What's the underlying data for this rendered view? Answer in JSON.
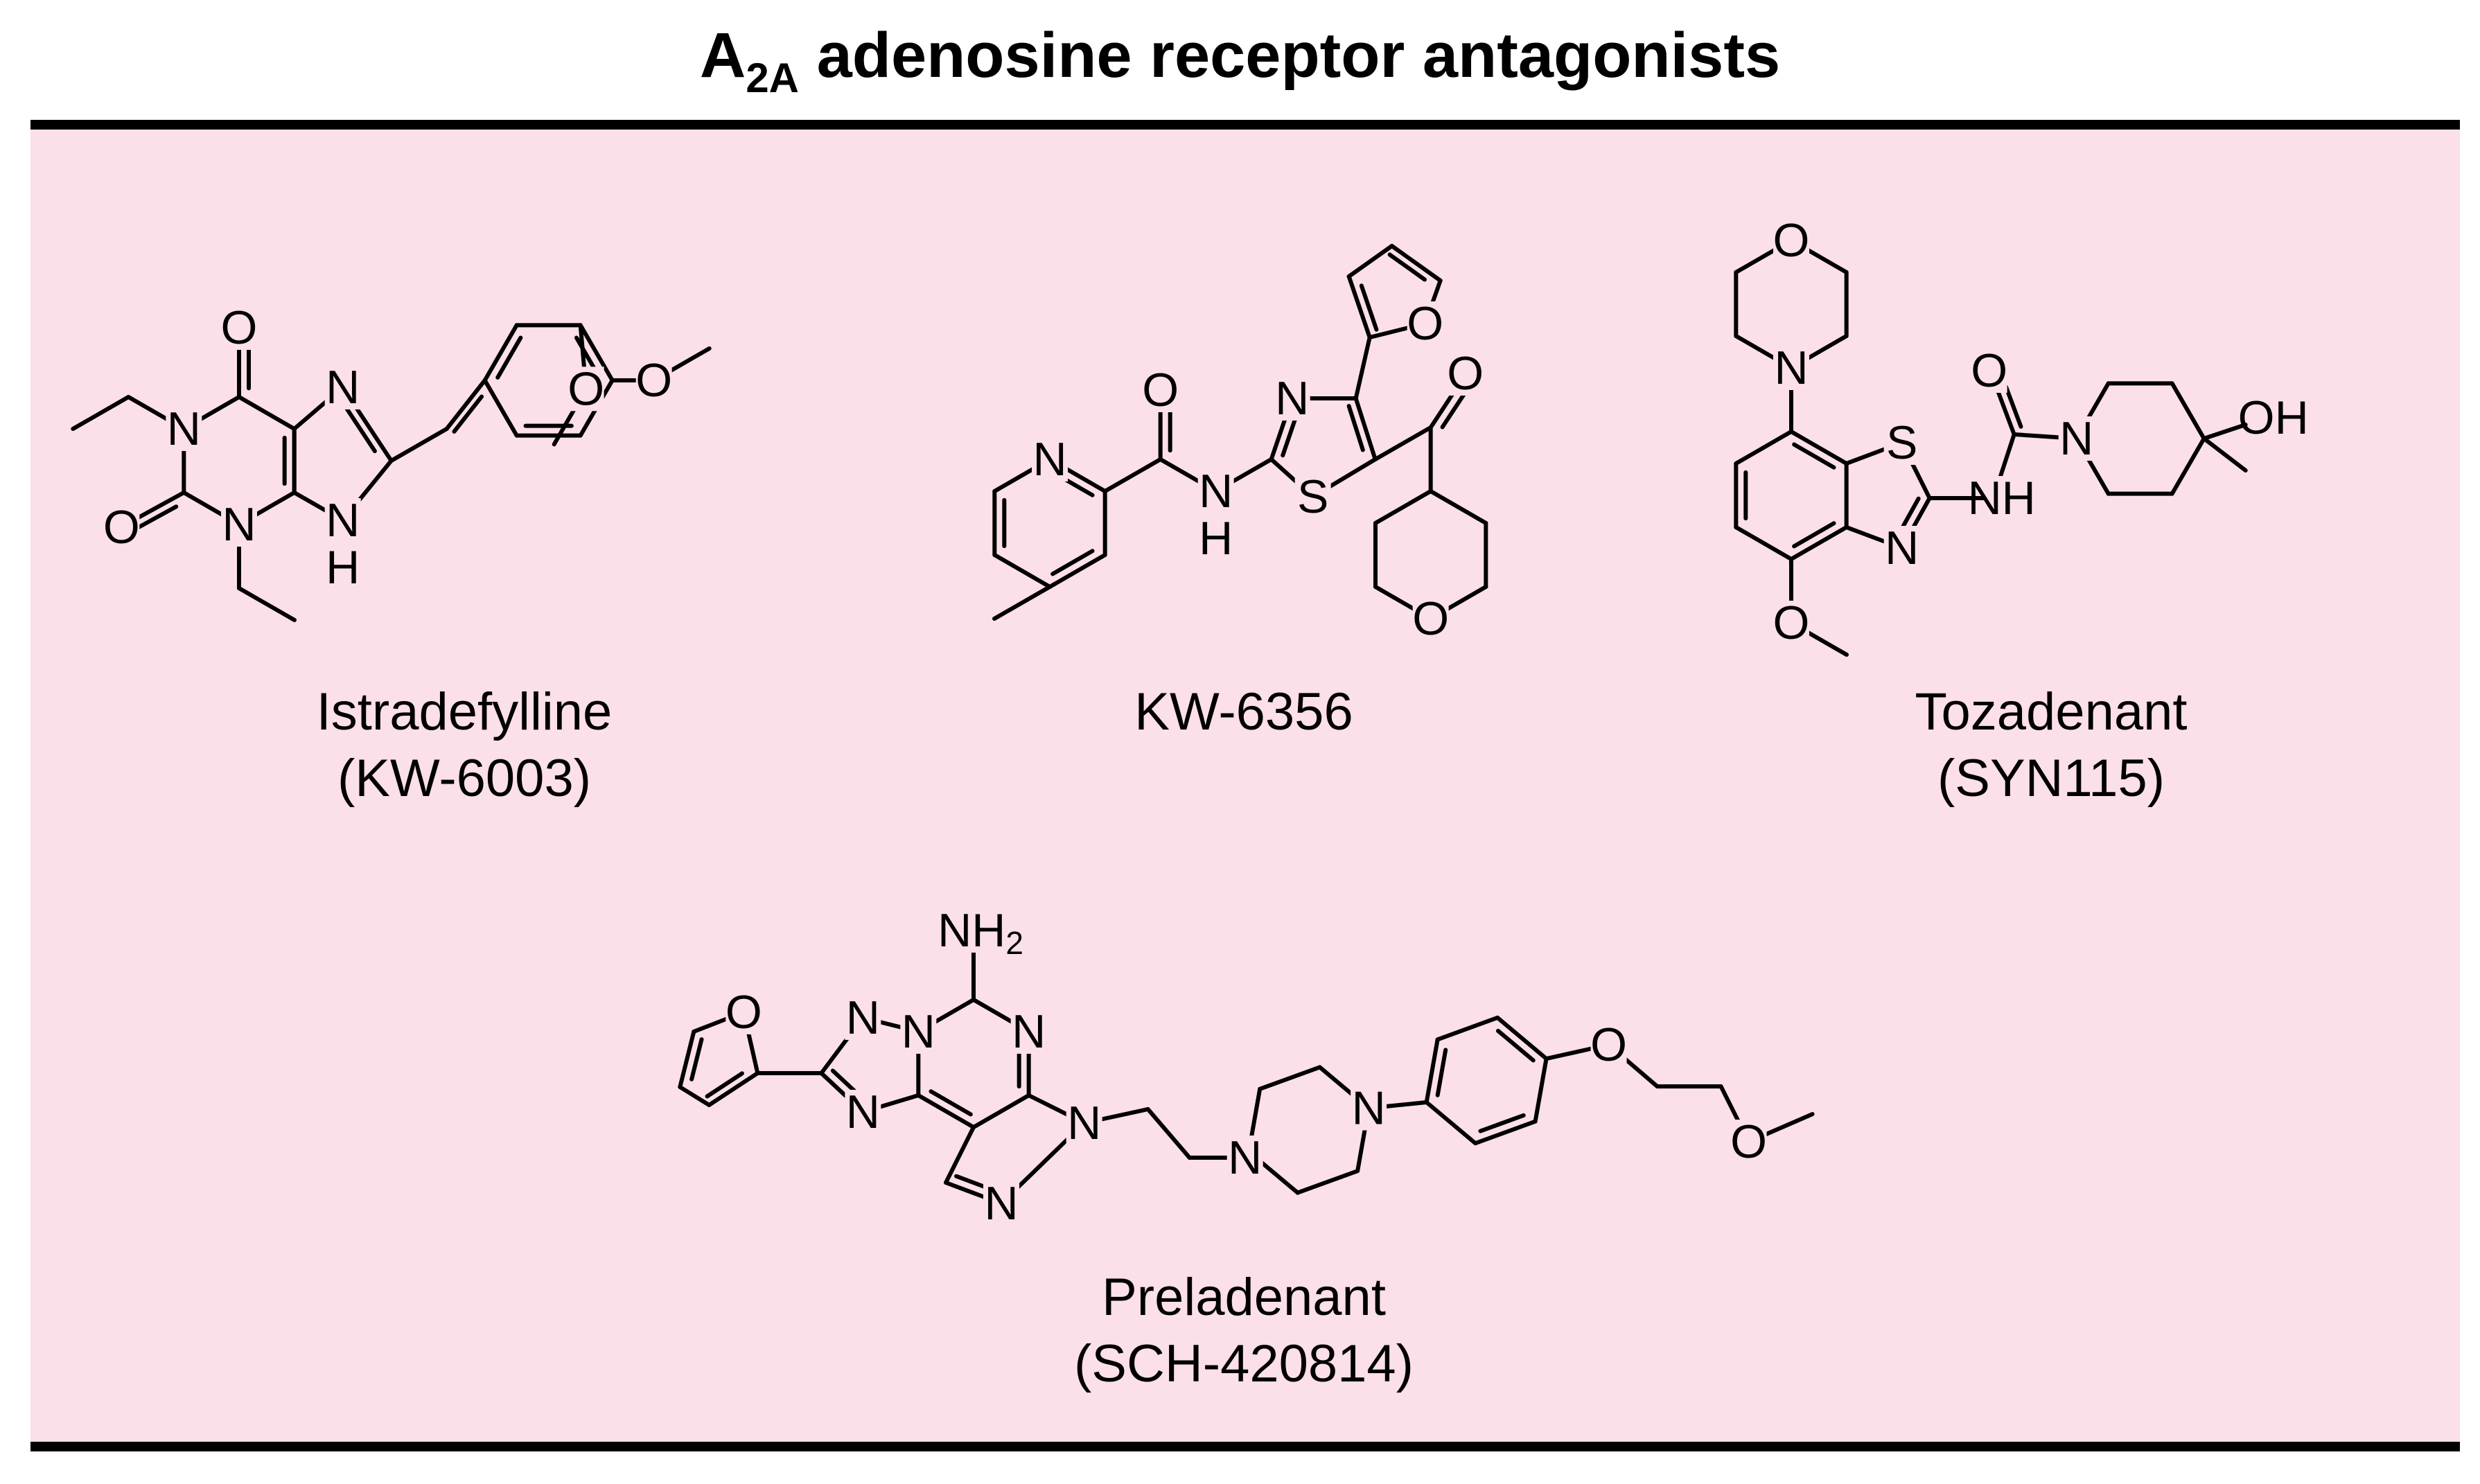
{
  "title": {
    "main": "A",
    "subscript": "2A",
    "rest": " adenosine receptor antagonists"
  },
  "panel": {
    "background": "#fbdfe9",
    "rule_color": "#000000"
  },
  "compounds": [
    {
      "name": "Istradefylline",
      "code": "(KW-6003)"
    },
    {
      "name": "KW-6356",
      "code": ""
    },
    {
      "name": "Tozadenant",
      "code": "(SYN115)"
    },
    {
      "name": "Preladenant",
      "code": "(SCH-420814)"
    }
  ],
  "atom_labels": {
    "O": "O",
    "N": "N",
    "S": "S",
    "H": "H",
    "NH": "NH",
    "OH": "OH",
    "NH2": "NH",
    "sub2": "2"
  }
}
